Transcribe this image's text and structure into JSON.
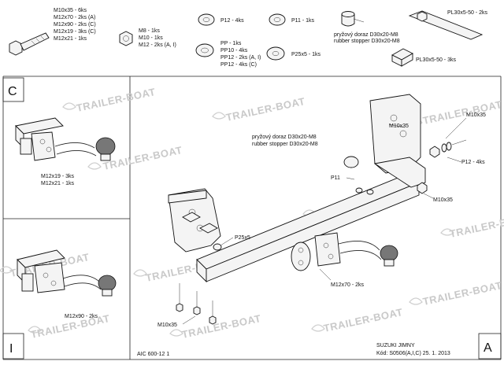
{
  "parts_legend": {
    "bolts": [
      "M10x35 - 6ks",
      "M12x70 - 2ks (A)",
      "M12x90 - 2ks (C)",
      "M12x19 - 3ks (C)",
      "M12x21 - 1ks"
    ],
    "nuts": [
      "M8 - 1ks",
      "M10 - 1ks",
      "M12 - 2ks (A, I)"
    ],
    "washer_p12": "P12 - 4ks",
    "washer_pp": [
      "PP - 1ks",
      "PP10 - 4ks",
      "PP12 - 2ks (A, I)",
      "PP12 - 4ks (C)"
    ],
    "washer_p11": "P11 - 1ks",
    "washer_p25": "P25x5 - 1ks",
    "stopper": [
      "pryžový doraz D30x20-M8",
      "rubber stopper D30x20-M8"
    ],
    "plate_top": "PL30x5-50 - 2ks",
    "plate_bottom": "PL30x5-50 - 3ks"
  },
  "panel_c": {
    "label": "C",
    "callout": [
      "M12x19 - 3ks",
      "M12x21 - 1ks"
    ]
  },
  "panel_i": {
    "label": "I",
    "callout": "M12x90 - 2ks"
  },
  "panel_a": {
    "label": "A",
    "callouts": {
      "stopper": [
        "pryžový doraz D30x20-M8",
        "rubber stopper D30x20-M8"
      ],
      "m10x35_top": "M10x35",
      "m10x35_right": "M10x35",
      "m10x35_mid": "M10x35",
      "m10x35_bottom": "M10x35",
      "p12": "P12 - 4ks",
      "p11": "P11",
      "p25x5": "P25x5",
      "m12x70": "M12x70 - 2ks"
    },
    "footer": [
      "SUZUKI JIMNY",
      "Kód: S0506(A,I,C)   25. 1. 2013"
    ],
    "drawing_code": "AIC 600-12 1"
  },
  "watermark": "TRAILER-BOAT"
}
